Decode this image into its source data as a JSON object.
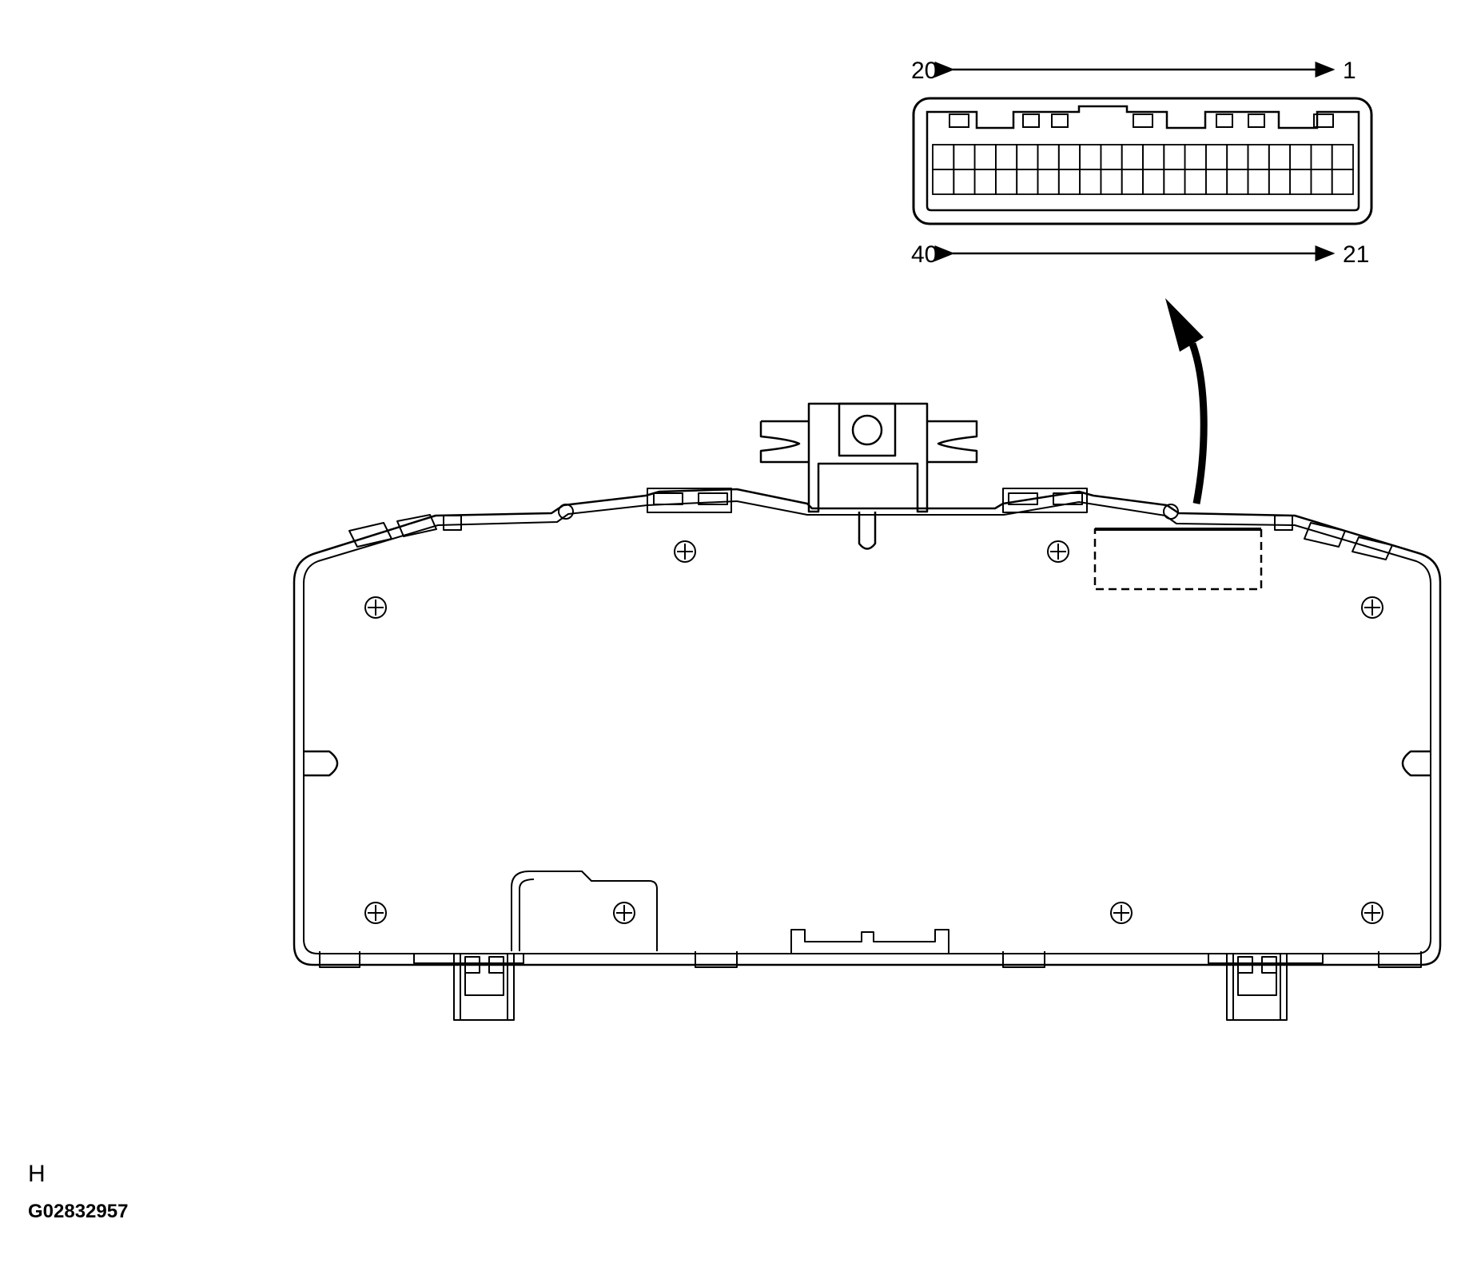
{
  "connector": {
    "top_left_pin": "20",
    "top_right_pin": "1",
    "bottom_left_pin": "40",
    "bottom_right_pin": "21",
    "pin_count": 40
  },
  "view_letter": "H",
  "figure_id": "G02832957",
  "colors": {
    "line": "#000000",
    "background": "#ffffff"
  }
}
